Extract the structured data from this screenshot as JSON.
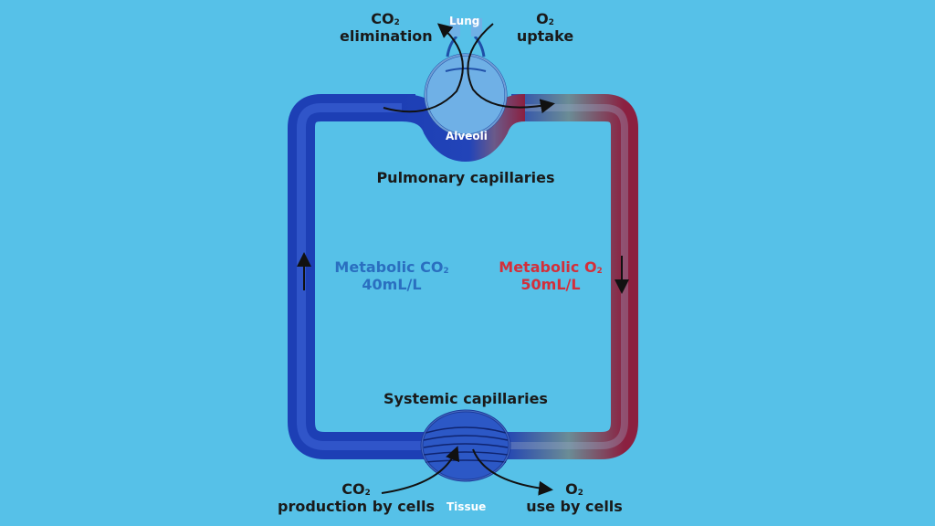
{
  "labels": {
    "co2_elimination_top": "CO",
    "co2_elimination_sub": "2",
    "co2_elimination_bottom": "elimination",
    "lung": "Lung",
    "o2_uptake_top": "O",
    "o2_uptake_sub": "2",
    "o2_uptake_bottom": "uptake",
    "alveoli": "Alveoli",
    "pulmonary_capillaries": "Pulmonary capillaries",
    "metabolic_co2_prefix": "Metabolic CO",
    "metabolic_co2_sub": "2",
    "metabolic_co2_value": "40mL/L",
    "metabolic_o2_prefix": "Metabolic O",
    "metabolic_o2_sub": "2",
    "metabolic_o2_value": "50mL/L",
    "systemic_capillaries": "Systemic capillaries",
    "co2_production_top": "CO",
    "co2_production_sub": "2",
    "co2_production_bottom": "production by cells",
    "tissue": "Tissue",
    "o2_use_top": "O",
    "o2_use_sub": "2",
    "o2_use_bottom": "use by cells"
  },
  "colors": {
    "background": "#56c1e8",
    "venous": "#1d3fb5",
    "arterial": "#8b2040",
    "co2_text": "#2a6fc0",
    "o2_text": "#d32f3a"
  }
}
